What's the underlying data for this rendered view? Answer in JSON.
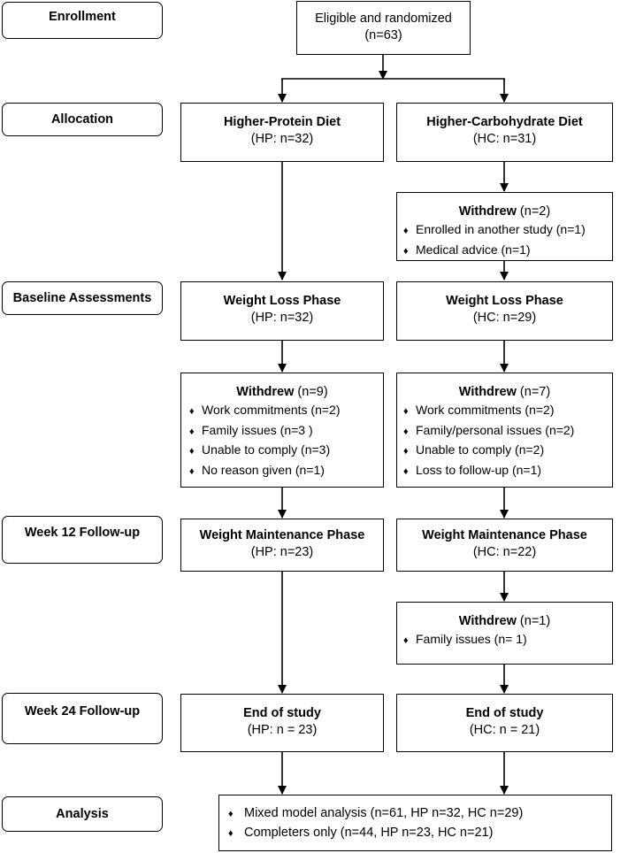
{
  "stages": {
    "enrollment": "Enrollment",
    "allocation": "Allocation",
    "baseline": "Baseline Assessments",
    "week12": "Week 12 Follow-up",
    "week24": "Week 24 Follow-up",
    "analysis": "Analysis"
  },
  "enrollment": {
    "title": "Eligible and randomized",
    "count": "(n=63)"
  },
  "hp": {
    "allocation": {
      "title": "Higher-Protein Diet",
      "count": "(HP: n=32)"
    },
    "weight_loss": {
      "title": "Weight Loss Phase",
      "count": "(HP: n=32)"
    },
    "withdrew_1": {
      "title": "Withdrew",
      "count": " (n=9)",
      "items": [
        "Work commitments (n=2)",
        "Family issues (n=3 )",
        "Unable to comply (n=3)",
        "No reason given (n=1)"
      ]
    },
    "maintenance": {
      "title": "Weight Maintenance Phase",
      "count": "(HP: n=23)"
    },
    "end": {
      "title": "End of study",
      "count": "(HP: n = 23)"
    }
  },
  "hc": {
    "allocation": {
      "title": "Higher-Carbohydrate Diet",
      "count": "(HC: n=31)"
    },
    "withdrew_0": {
      "title": "Withdrew",
      "count": " (n=2)",
      "items": [
        "Enrolled in another study (n=1)",
        "Medical advice (n=1)"
      ]
    },
    "weight_loss": {
      "title": "Weight Loss Phase",
      "count": "(HC: n=29)"
    },
    "withdrew_1": {
      "title": "Withdrew",
      "count": " (n=7)",
      "items": [
        "Work commitments (n=2)",
        "Family/personal issues (n=2)",
        "Unable to comply (n=2)",
        "Loss to follow-up (n=1)"
      ]
    },
    "maintenance": {
      "title": "Weight Maintenance Phase",
      "count": "(HC: n=22)"
    },
    "withdrew_2": {
      "title": "Withdrew",
      "count": " (n=1)",
      "items": [
        "Family issues (n= 1)"
      ]
    },
    "end": {
      "title": "End of study",
      "count": "(HC: n = 21)"
    }
  },
  "analysis": {
    "items": [
      "Mixed model analysis (n=61, HP n=32, HC n=29)",
      "Completers only (n=44, HP n=23, HC n=21)"
    ]
  },
  "bullet_symbol": "♦",
  "colors": {
    "line": "#000000",
    "background": "#ffffff"
  }
}
